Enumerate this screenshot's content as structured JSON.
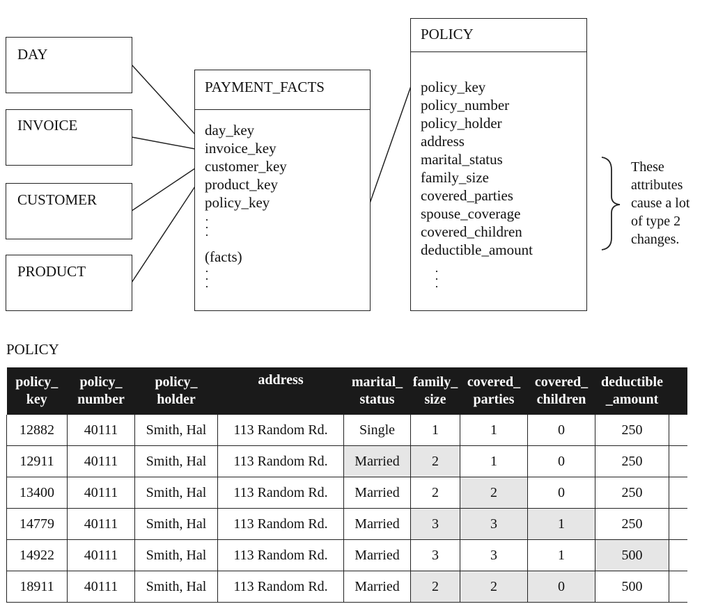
{
  "dimension_boxes": {
    "day": "DAY",
    "invoice": "INVOICE",
    "customer": "CUSTOMER",
    "product": "PRODUCT"
  },
  "payment_facts": {
    "title": "PAYMENT_FACTS",
    "fields": [
      "day_key",
      "invoice_key",
      "customer_key",
      "product_key",
      "policy_key"
    ],
    "facts_label": "(facts)"
  },
  "policy_entity": {
    "title": "POLICY",
    "fields": [
      "policy_key",
      "policy_number",
      "policy_holder",
      "address",
      "marital_status",
      "family_size",
      "covered_parties",
      "spouse_coverage",
      "covered_children",
      "deductible_amount"
    ]
  },
  "note": {
    "lines": [
      "These",
      "attributes",
      "cause a lot",
      "of type 2",
      "changes."
    ]
  },
  "policy_table": {
    "caption": "POLICY",
    "headers": [
      [
        "policy_",
        "key"
      ],
      [
        "policy_",
        "number"
      ],
      [
        "policy_",
        "holder"
      ],
      [
        "address",
        ""
      ],
      [
        "marital_",
        "status"
      ],
      [
        "family_",
        "size"
      ],
      [
        "covered_",
        "parties"
      ],
      [
        "covered_",
        "children"
      ],
      [
        "deductible",
        "_amount"
      ]
    ],
    "rows": [
      [
        "12882",
        "40111",
        "Smith, Hal",
        "113 Random Rd.",
        "Single",
        "1",
        "1",
        "0",
        "250"
      ],
      [
        "12911",
        "40111",
        "Smith, Hal",
        "113 Random Rd.",
        "Married",
        "2",
        "1",
        "0",
        "250"
      ],
      [
        "13400",
        "40111",
        "Smith, Hal",
        "113 Random Rd.",
        "Married",
        "2",
        "2",
        "0",
        "250"
      ],
      [
        "14779",
        "40111",
        "Smith, Hal",
        "113 Random Rd.",
        "Married",
        "3",
        "3",
        "1",
        "250"
      ],
      [
        "14922",
        "40111",
        "Smith, Hal",
        "113 Random Rd.",
        "Married",
        "3",
        "3",
        "1",
        "500"
      ],
      [
        "18911",
        "40111",
        "Smith, Hal",
        "113 Random Rd.",
        "Married",
        "2",
        "2",
        "0",
        "500"
      ]
    ],
    "highlighted_cells": [
      [
        1,
        4
      ],
      [
        1,
        5
      ],
      [
        2,
        6
      ],
      [
        3,
        5
      ],
      [
        3,
        6
      ],
      [
        3,
        7
      ],
      [
        4,
        8
      ],
      [
        5,
        5
      ],
      [
        5,
        6
      ],
      [
        5,
        7
      ]
    ],
    "header_background": "#1a1a1a",
    "highlight_color": "#e6e6e6"
  }
}
